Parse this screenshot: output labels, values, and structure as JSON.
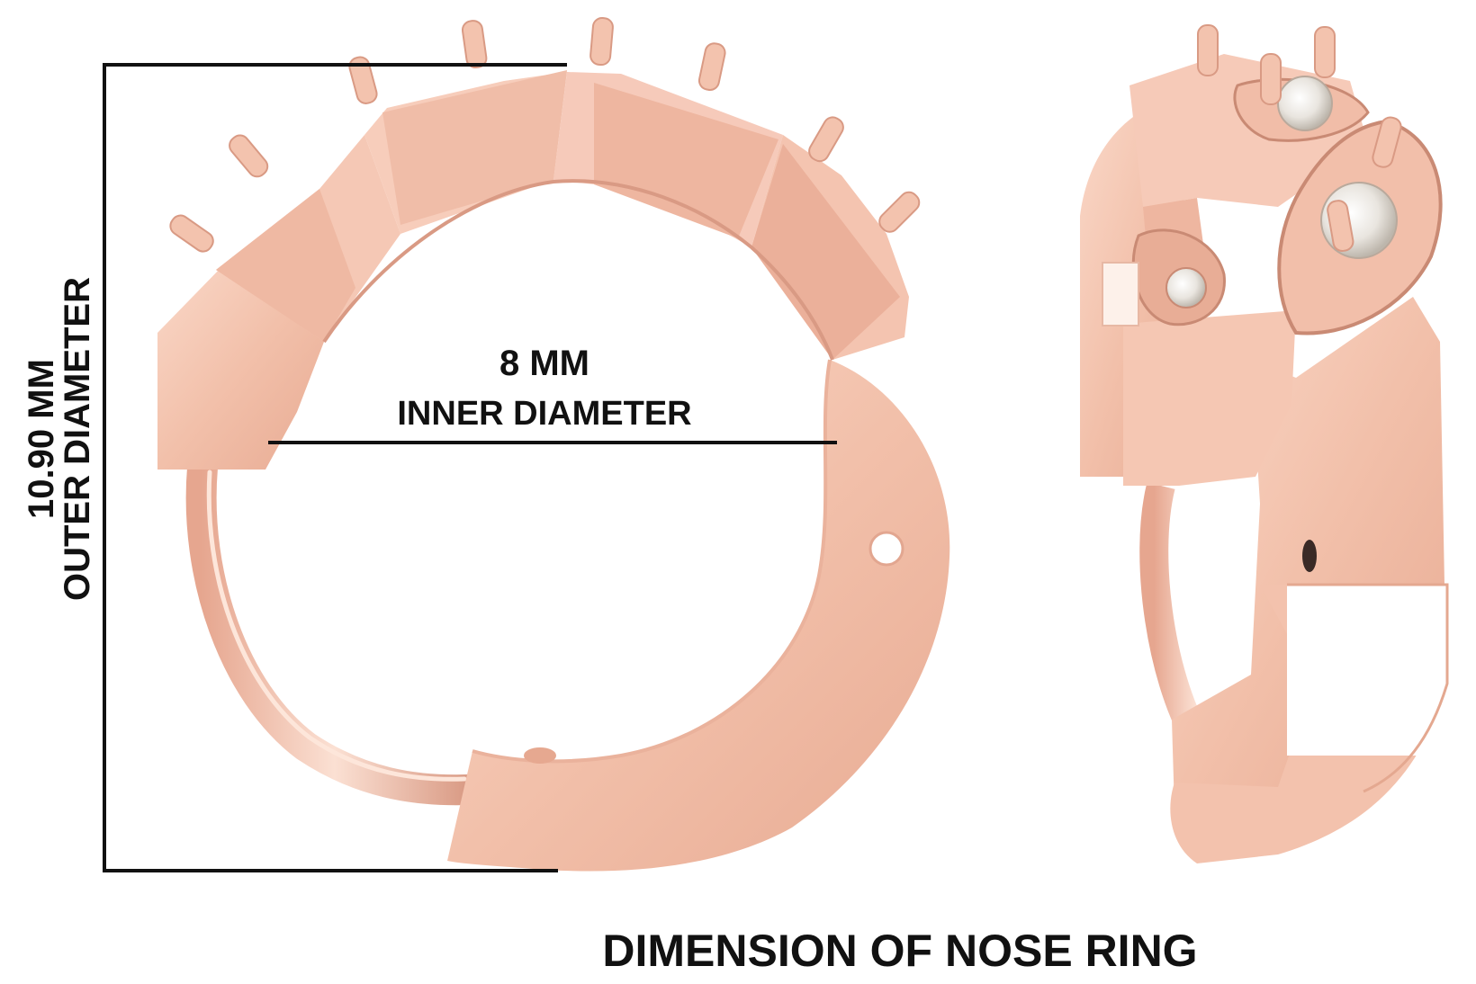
{
  "caption": "DIMENSION OF NOSE RING",
  "inner_diameter": {
    "value": "8 MM",
    "label": "INNER DIAMETER"
  },
  "outer_diameter": {
    "value": "10.90 MM",
    "label": "OUTER DIAMETER"
  },
  "colors": {
    "metal": "#f2c0aa",
    "metal_light": "#fad8c8",
    "metal_dark": "#d99a84",
    "dimension_line": "#111111",
    "background": "#ffffff"
  }
}
